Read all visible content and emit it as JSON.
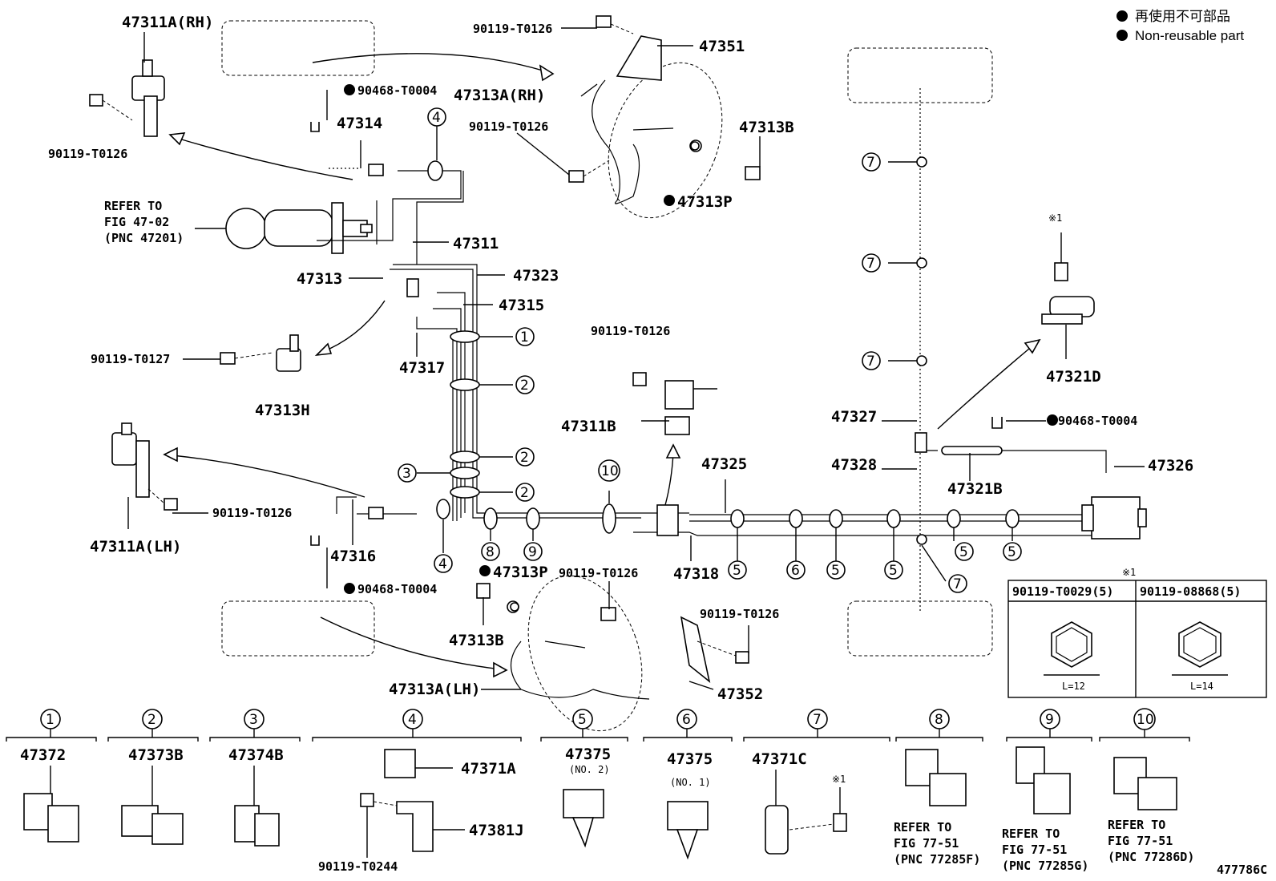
{
  "legend": {
    "jp": "再使用不可部品",
    "en": "Non-reusable part"
  },
  "footer_code": "477786C",
  "refer_master": [
    "REFER TO",
    "FIG 47-02",
    "(PNC 47201)"
  ],
  "labels": {
    "p47311A_RH": "47311A(RH)",
    "p47311A_LH": "47311A(LH)",
    "p47351": "47351",
    "p47313A_RH": "47313A(RH)",
    "p47313A_LH": "47313A(LH)",
    "p47313B_top": "47313B",
    "p47313B_bot": "47313B",
    "p47313P_top": "47313P",
    "p47313P_bot": "47313P",
    "p47314": "47314",
    "p47311": "47311",
    "p47313": "47313",
    "p47323": "47323",
    "p47315": "47315",
    "p47317": "47317",
    "p47313H": "47313H",
    "p47311B": "47311B",
    "p47325": "47325",
    "p47318": "47318",
    "p47316": "47316",
    "p47352": "47352",
    "p47327": "47327",
    "p47328": "47328",
    "p47321B": "47321B",
    "p47321D": "47321D",
    "p47326": "47326",
    "b90119_T0126_a": "90119-T0126",
    "b90119_T0126_b": "90119-T0126",
    "b90119_T0126_c": "90119-T0126",
    "b90119_T0126_d": "90119-T0126",
    "b90119_T0126_e": "90119-T0126",
    "b90119_T0126_f": "90119-T0126",
    "b90119_T0126_g": "90119-T0126",
    "b90119_T0127": "90119-T0127",
    "c90468_T0004_a": "90468-T0004",
    "c90468_T0004_b": "90468-T0004",
    "c90468_T0004_c": "90468-T0004",
    "note_mark": "※1"
  },
  "spec_table": {
    "mark": "※1",
    "col1": "90119-T0029(5)",
    "col2": "90119-08868(5)",
    "l1": "L=12",
    "l2": "L=14"
  },
  "clamps": [
    {
      "no": "1",
      "part": "47372"
    },
    {
      "no": "2",
      "part": "47373B"
    },
    {
      "no": "3",
      "part": "47374B"
    },
    {
      "no": "4",
      "part": "47371A",
      "part2": "47381J",
      "bolt": "90119-T0244"
    },
    {
      "no": "5",
      "part": "47375",
      "note": "(NO. 2)"
    },
    {
      "no": "6",
      "part": "47375",
      "note": "(NO. 1)"
    },
    {
      "no": "7",
      "part": "47371C",
      "mark": "※1"
    },
    {
      "no": "8",
      "refer": [
        "REFER TO",
        "FIG 77-51",
        "(PNC 77285F)"
      ]
    },
    {
      "no": "9",
      "refer": [
        "REFER TO",
        "FIG 77-51",
        "(PNC 77285G)"
      ]
    },
    {
      "no": "10",
      "refer": [
        "REFER TO",
        "FIG 77-51",
        "(PNC 77286D)"
      ]
    }
  ]
}
